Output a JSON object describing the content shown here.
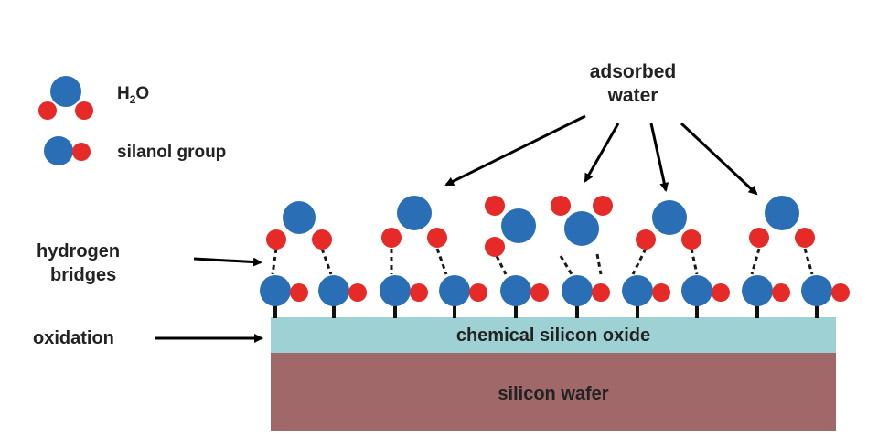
{
  "legend": {
    "water": {
      "prefix": "H",
      "subscript": "2",
      "suffix": "O"
    },
    "silanol": "silanol group"
  },
  "labels": {
    "adsorbed_line1": "adsorbed",
    "adsorbed_line2": "water",
    "hydrogen_line1": "hydrogen",
    "hydrogen_line2": "bridges",
    "oxidation": "oxidation"
  },
  "layers": {
    "oxide": "chemical silicon oxide",
    "wafer": "silicon wafer"
  },
  "colors": {
    "oxygen_atom": "#2a6fb6",
    "hydrogen_atom": "#e52a28",
    "oxide_layer": "#9ed1d4",
    "wafer_layer": "#a06868",
    "text": "#222222"
  }
}
